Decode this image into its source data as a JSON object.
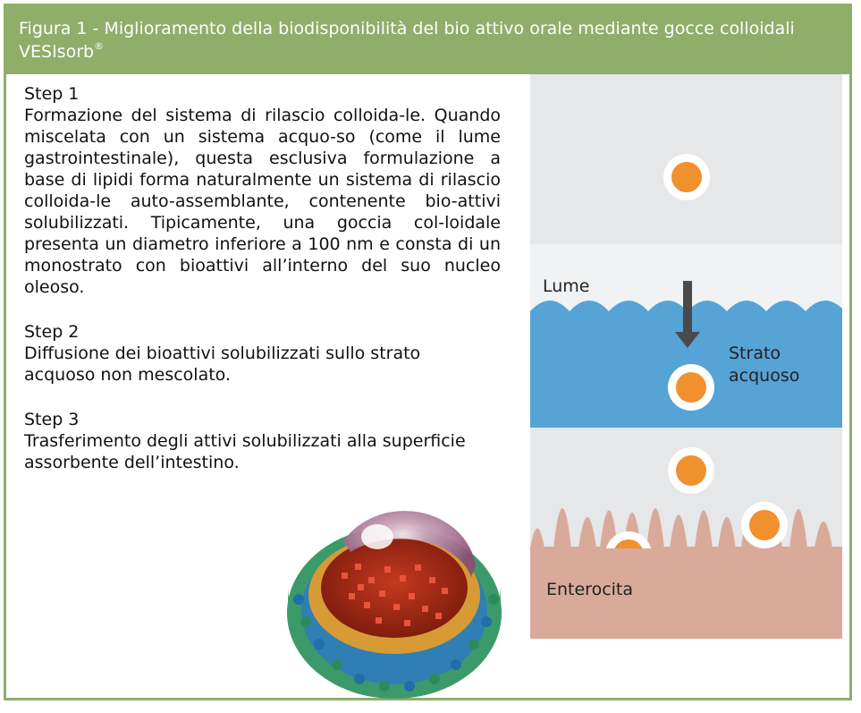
{
  "header": {
    "title": "Figura 1 - Miglioramento della biodisponibilità del bio attivo orale mediante gocce colloidali VESIsorb",
    "title_sup": "®"
  },
  "steps": [
    {
      "title": "Step 1",
      "text": "Formazione del sistema di rilascio colloida-le. Quando miscelata con un sistema acquo-so (come il lume gastrointestinale), questa esclusiva formulazione a base di lipidi forma naturalmente un sistema di rilascio colloida-le auto-assemblante, contenente bio-attivi solubilizzati. Tipicamente, una goccia col-loidale presenta un diametro inferiore a 100 nm e consta di un monostrato con bioattivi all’interno del suo nucleo oleoso."
    },
    {
      "title": "Step 2",
      "text": "Diffusione dei bioattivi solubilizzati sullo strato acquoso non mescolato."
    },
    {
      "title": "Step 3",
      "text": "Trasferimento degli attivi solubilizzati alla superficie assorbente dell’intestino."
    }
  ],
  "diagram": {
    "label_lumen": "Lume",
    "label_aqueous_line1": "Strato",
    "label_aqueous_line2": "acquoso",
    "label_enterocyte": "Enterocita"
  },
  "colors": {
    "header_green": "#8fae6a",
    "lumen_gray": "#e6e7e9",
    "water_blue": "#56a3d6",
    "tissue_pink": "#d9aa9a",
    "droplet_orange": "#f0902e"
  }
}
